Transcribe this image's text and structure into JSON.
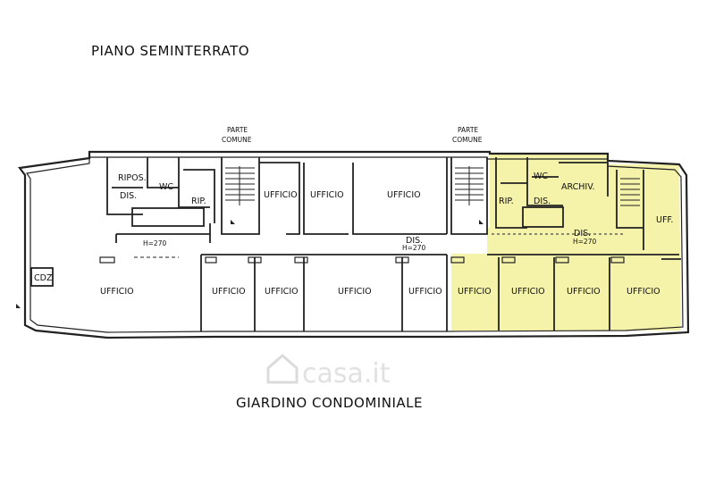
{
  "title": "PIANO SEMINTERRATO",
  "footer_label": "GIARDINO CONDOMINIALE",
  "watermark": "casa.it",
  "colors": {
    "highlight": "#f5f2a9",
    "wall": "#222222",
    "background": "#ffffff"
  },
  "labels": {
    "parte_1": "PARTE",
    "comune_1": "COMUNE",
    "parte_2": "PARTE",
    "comune_2": "COMUNE",
    "ripos": "RIPOS.",
    "wc_1": "WC",
    "dis_1": "DIS.",
    "rip_1": "RIP.",
    "h270_1": "H=270",
    "cdz": "CDZ",
    "ufficio_big": "UFFICIO",
    "ufficio_top_1": "UFFICIO",
    "ufficio_top_2": "UFFICIO",
    "ufficio_top_3": "UFFICIO",
    "ufficio_b1": "UFFICIO",
    "ufficio_b2": "UFFICIO",
    "ufficio_b3": "UFFICIO",
    "ufficio_b4": "UFFICIO",
    "dis_2": "DIS.",
    "h270_2": "H=270",
    "rip_2": "RIP.",
    "wc_2": "WC",
    "dis_3": "DIS.",
    "archiv": "ARCHIV.",
    "dis_4": "DIS.",
    "h270_3": "H=270",
    "uff": "UFF.",
    "ufficio_y1": "UFFICIO",
    "ufficio_y2": "UFFICIO",
    "ufficio_y3": "UFFICIO",
    "ufficio_y4": "UFFICIO"
  }
}
